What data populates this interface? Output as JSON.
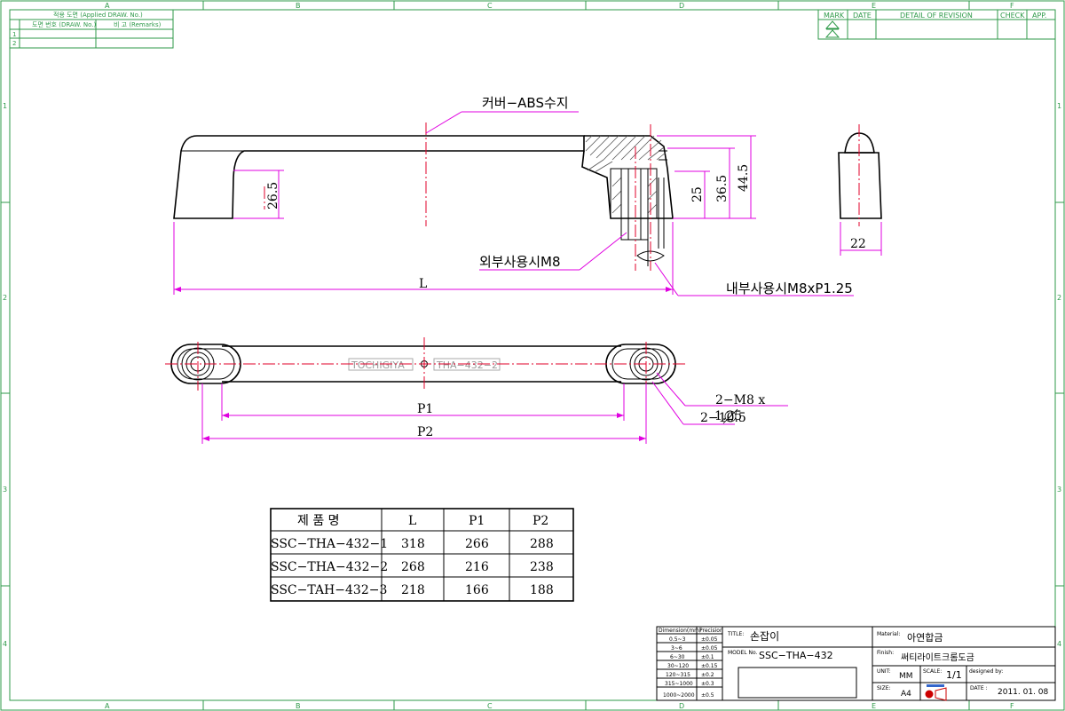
{
  "frame": {
    "col_labels": [
      "A",
      "B",
      "C",
      "D",
      "E",
      "F"
    ],
    "row_labels": [
      "1",
      "2",
      "3",
      "4"
    ]
  },
  "applied_drawing": {
    "title": "적용 도면 (Applied DRAW. No.)",
    "col1": "도면 번호 (DRAW. No.)",
    "col2": "비 고 (Remarks)",
    "rows": [
      "1",
      "2"
    ]
  },
  "revision": {
    "mark": "MARK",
    "date": "DATE",
    "detail": "DETAIL OF REVISION",
    "check": "CHECK",
    "app": "APP."
  },
  "callouts": {
    "cover": "커버−ABS수지",
    "external": "외부사용시M8",
    "internal": "내부사용시M8xP1.25",
    "thread_a": "2−M8 x",
    "thread_b": "1.25",
    "hole": "2−10.5"
  },
  "dimensions": {
    "h_inner": "26.5",
    "h_25": "25",
    "h_36": "36.5",
    "h_44": "44.5",
    "width_22": "22",
    "length_L": "L",
    "pitch_P1": "P1",
    "pitch_P2": "P2"
  },
  "engraving": {
    "left": "TOCHIGIYA",
    "right": "THA−432−2"
  },
  "spec_table": {
    "headers": [
      "제 품 명",
      "L",
      "P1",
      "P2"
    ],
    "rows": [
      [
        "SSC−THA−432−1",
        "318",
        "266",
        "288"
      ],
      [
        "SSC−THA−432−2",
        "268",
        "216",
        "238"
      ],
      [
        "SSC−TAH−432−3",
        "218",
        "166",
        "188"
      ]
    ]
  },
  "tolerance": {
    "header": [
      "Dimension(mm)",
      "Precision"
    ],
    "rows": [
      [
        "0.5~3",
        "±0.05"
      ],
      [
        "3~6",
        "±0.05"
      ],
      [
        "6~30",
        "±0.1"
      ],
      [
        "30~120",
        "±0.15"
      ],
      [
        "120~315",
        "±0.2"
      ],
      [
        "315~1000",
        "±0.3"
      ],
      [
        "1000~2000",
        "±0.5"
      ]
    ]
  },
  "title_block": {
    "title_label": "TITLE:",
    "title": "손잡이",
    "model_label": "MODEL No.",
    "model": "SSC−THA−432",
    "material_label": "Material:",
    "material": "아연합금",
    "finish_label": "Finish:",
    "finish": "써티라이트크롬도금",
    "unit_label": "UNIT:",
    "unit": "MM",
    "scale_label": "SCALE:",
    "scale": "1/1",
    "designed_label": "designed by:",
    "size_label": "SIZE:",
    "size": "A4",
    "date_label": "DATE :",
    "date": "2011. 01. 08"
  },
  "colors": {
    "frame": "#2f9a4a",
    "outline": "#000000",
    "centerline": "#e0002a",
    "dimension": "#e000e0"
  }
}
